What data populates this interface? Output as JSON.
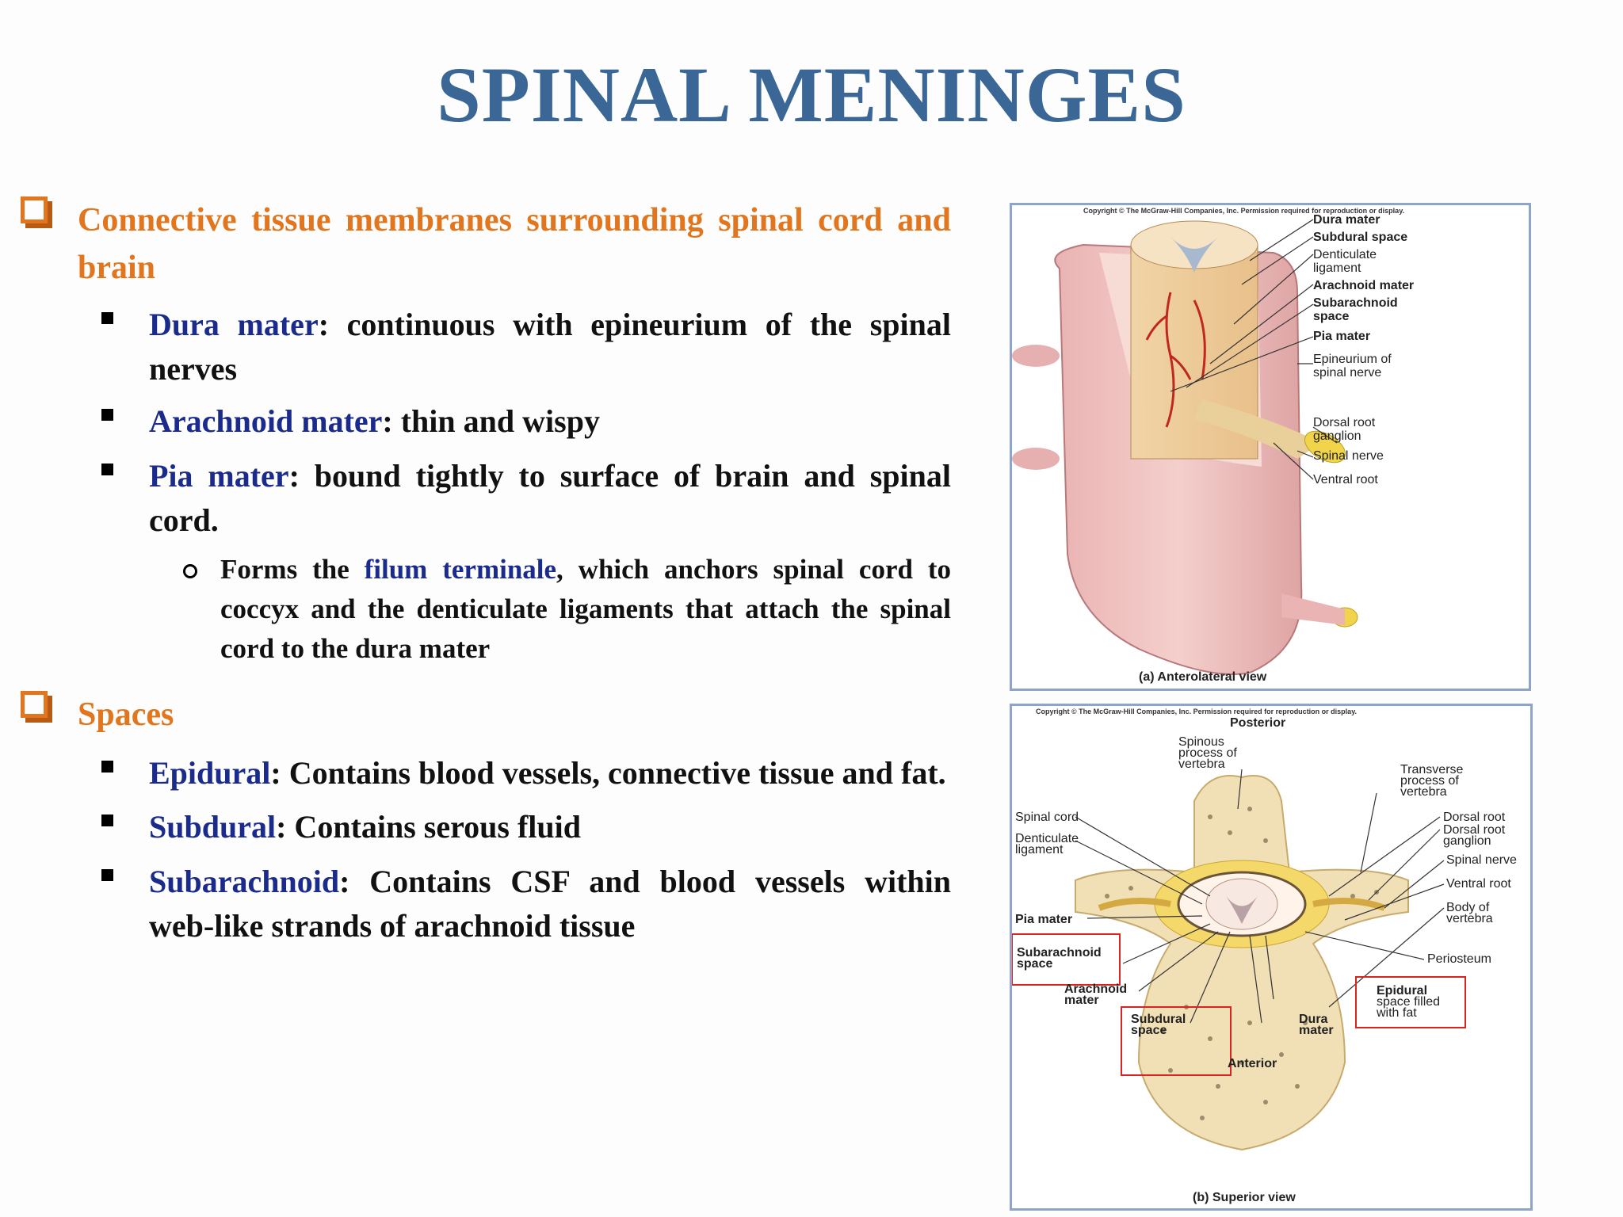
{
  "title": "SPINAL MENINGES",
  "section1": {
    "heading": "Connective tissue membranes surrounding spinal cord and brain",
    "items": [
      {
        "term": "Dura mater",
        "text": ": continuous with epineurium of the spinal nerves"
      },
      {
        "term": "Arachnoid mater",
        "text": ": thin and wispy"
      },
      {
        "term": "Pia mater",
        "text": ": bound tightly to surface of brain and spinal cord."
      }
    ],
    "subitem": {
      "before": "Forms the ",
      "term": "filum terminale",
      "after": ", which anchors spinal cord to coccyx and the denticulate ligaments that attach the spinal cord to the dura mater"
    }
  },
  "section2": {
    "heading": "Spaces",
    "items": [
      {
        "term": "Epidural",
        "text": ": Contains blood vessels, connective tissue and fat."
      },
      {
        "term": "Subdural",
        "text": ": Contains serous fluid"
      },
      {
        "term": "Subarachnoid",
        "text": ": Contains CSF and blood vessels within web-like strands of arachnoid tissue"
      }
    ]
  },
  "figure_a": {
    "copyright": "Copyright © The McGraw-Hill Companies, Inc. Permission required for reproduction or display.",
    "caption": "(a) Anterolateral view",
    "labels": {
      "dura": "Dura mater",
      "subdural": "Subdural space",
      "dent1": "Denticulate",
      "dent2": "ligament",
      "arach": "Arachnoid mater",
      "subarach1": "Subarachnoid",
      "subarach2": "space",
      "pia": "Pia mater",
      "epi1": "Epineurium of",
      "epi2": "spinal nerve",
      "drg1": "Dorsal root",
      "drg2": "ganglion",
      "nerve": "Spinal nerve",
      "ventral": "Ventral root"
    }
  },
  "figure_b": {
    "copyright": "Copyright © The McGraw-Hill Companies, Inc. Permission required for reproduction or display.",
    "posterior": "Posterior",
    "anterior": "Anterior",
    "caption": "(b) Superior view",
    "labels": {
      "spinous1": "Spinous",
      "spinous2": "process of",
      "spinous3": "vertebra",
      "trans1": "Transverse",
      "trans2": "process of",
      "trans3": "vertebra",
      "cord": "Spinal cord",
      "dent1": "Denticulate",
      "dent2": "ligament",
      "droot": "Dorsal root",
      "drg1": "Dorsal root",
      "drg2": "ganglion",
      "nerve": "Spinal nerve",
      "vroot": "Ventral root",
      "body1": "Body of",
      "body2": "vertebra",
      "pia": "Pia mater",
      "subarach1": "Subarachnoid",
      "subarach2": "space",
      "perio": "Periosteum",
      "arach1": "Arachnoid",
      "arach2": "mater",
      "epi1": "Epidural",
      "epi2": "space filled",
      "epi3": "with fat",
      "subdural1": "Subdural",
      "subdural2": "space",
      "dura1": "Dura",
      "dura2": "mater"
    }
  }
}
